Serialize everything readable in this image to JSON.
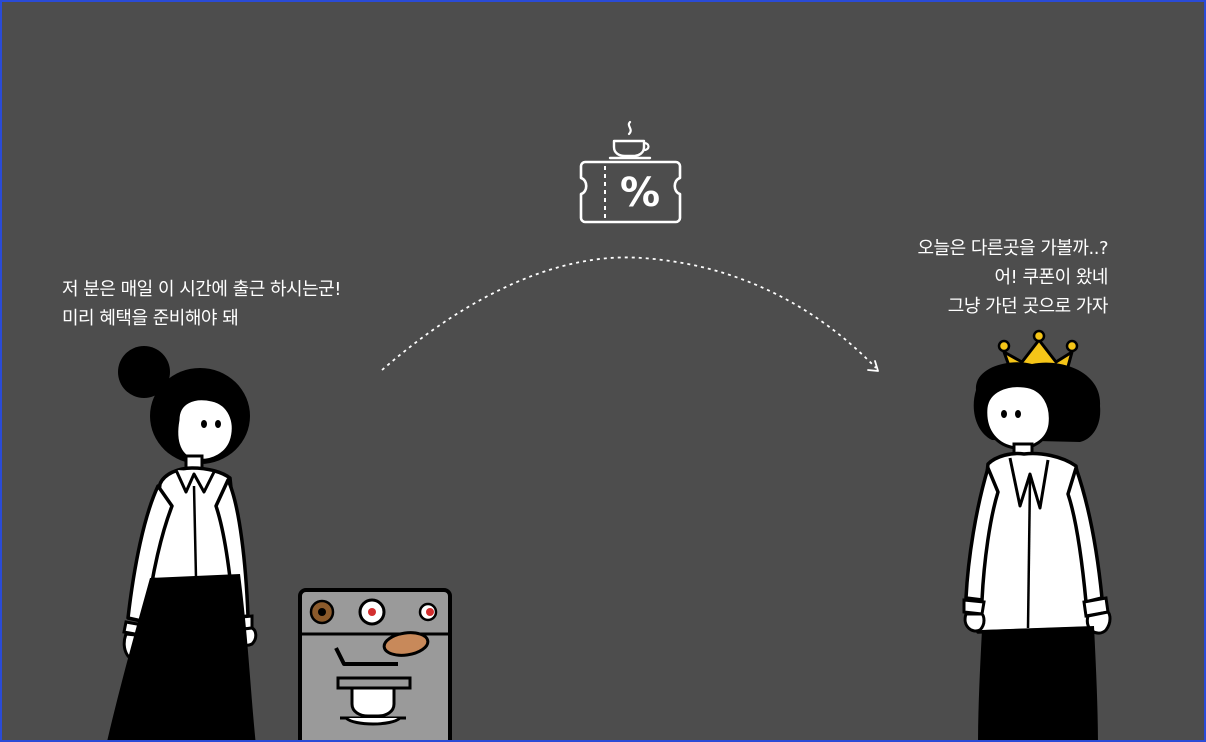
{
  "scene": {
    "background_color": "#4d4d4d",
    "border_color": "#2a4bd7",
    "accent_crown_color": "#f5c518"
  },
  "left_speech": {
    "line1": "저 분은 매일 이 시간에 출근 하시는군!",
    "line2": "미리 혜택을 준비해야 돼"
  },
  "right_speech": {
    "line1": "오늘은 다른곳을 가볼까..?",
    "line2": "어! 쿠폰이 왔네",
    "line3": "그냥 가던 곳으로 가자"
  },
  "coupon": {
    "symbol": "%",
    "icon": "coffee-coupon-icon"
  }
}
